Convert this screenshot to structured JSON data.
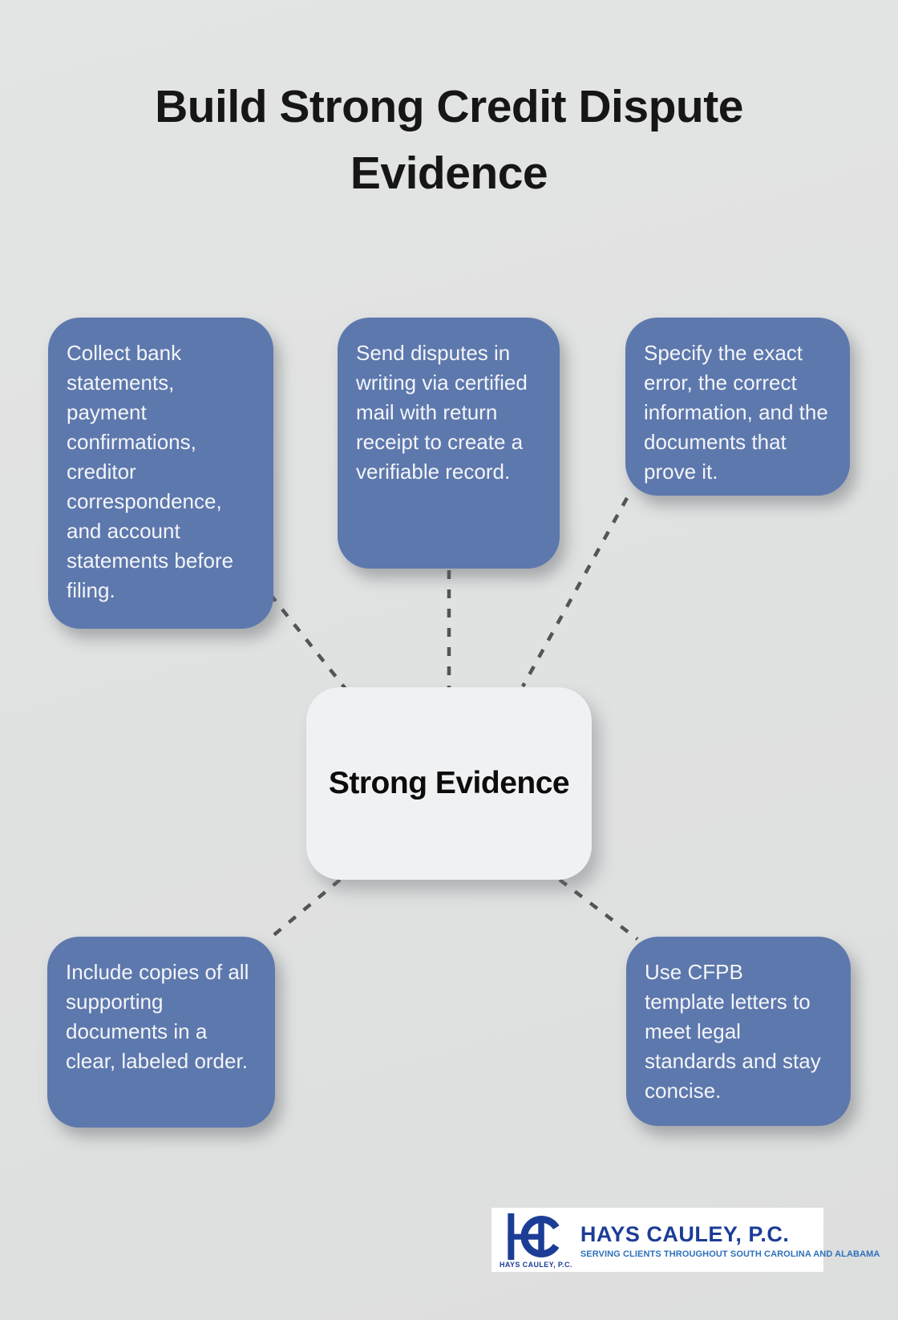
{
  "title": "Build Strong Credit Dispute Evidence",
  "hub": {
    "label": "Strong Evidence"
  },
  "notes": [
    {
      "id": "collect",
      "text": "Collect bank statements, payment confirmations, creditor correspondence, and account statements before filing."
    },
    {
      "id": "send",
      "text": "Send disputes in writing via certified mail with return receipt to create a verifiable record."
    },
    {
      "id": "specify",
      "text": "Specify the exact error, the correct information, and the documents that prove it."
    },
    {
      "id": "include",
      "text": "Include copies of all supporting documents in a clear, labeled order."
    },
    {
      "id": "cfpb",
      "text": "Use CFPB template letters to meet legal standards and stay concise."
    }
  ],
  "logo": {
    "monogram": "HC",
    "name": "HAYS CAULEY, P.C.",
    "tagline": "SERVING CLIENTS THROUGHOUT SOUTH CAROLINA AND ALABAMA",
    "caption": "HAYS CAULEY, P.C."
  },
  "colors": {
    "note_fill": "#5d78ad",
    "note_text": "#f3f5f8",
    "hub_fill": "#f0f1f3",
    "connector": "#525456",
    "background": "#e0e1e1",
    "logo_navy": "#1c3d96",
    "logo_blue": "#2e71bb"
  }
}
